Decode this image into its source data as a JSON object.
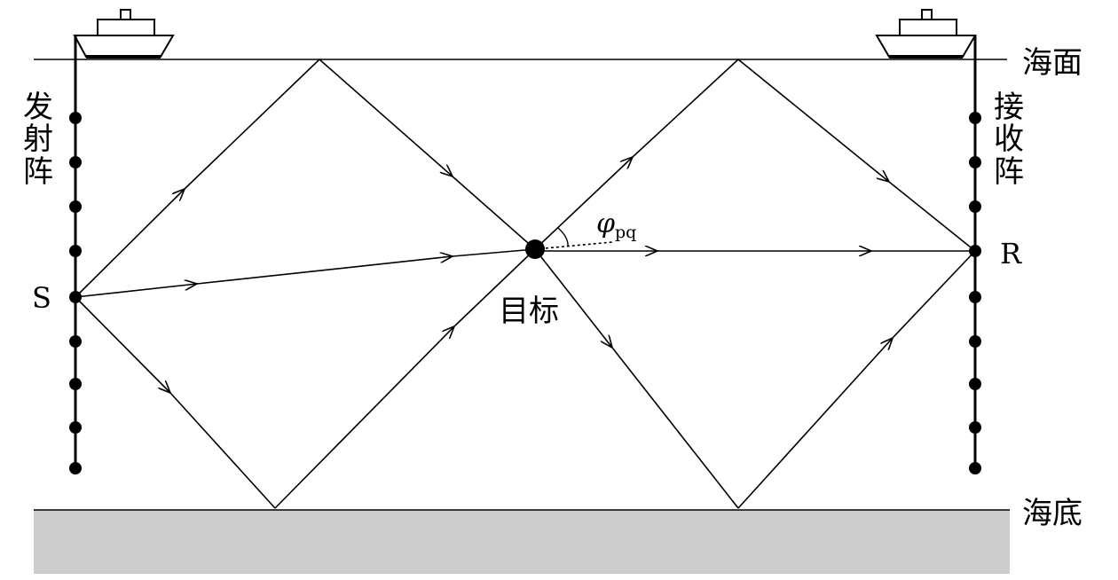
{
  "labels": {
    "sea_surface": "海面",
    "sea_floor": "海底",
    "transmit_array": [
      "发",
      "射",
      "阵"
    ],
    "receive_array": [
      "接",
      "收",
      "阵"
    ],
    "source": "S",
    "receiver": "R",
    "target": "目标",
    "angle_symbol": "φ",
    "angle_subscript": "pq"
  },
  "colors": {
    "line": "#000000",
    "seabed_fill": "#cccccc"
  },
  "icons": [
    "ship-icon",
    "ship-icon"
  ]
}
